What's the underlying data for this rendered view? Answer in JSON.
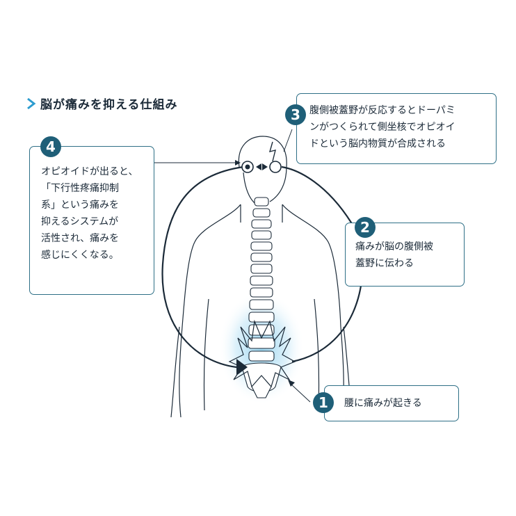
{
  "title": "脳が痛みを抑える仕組み",
  "icons": [
    "chevron-right-icon",
    "lightning-icon"
  ],
  "colors": {
    "accent": "#1f5f78",
    "border": "#2e6f86",
    "glow": "#8fd0ee"
  },
  "callouts": [
    {
      "number": "1",
      "lines": [
        "腰に痛みが起きる"
      ]
    },
    {
      "number": "2",
      "lines": [
        "痛みが脳の腹側被",
        "蓋野に伝わる"
      ]
    },
    {
      "number": "3",
      "lines": [
        "腹側被蓋野が反応するとドーパミ",
        "ンがつくられて側坐核でオピオイ",
        "ドという脳内物質が合成される"
      ]
    },
    {
      "number": "4",
      "lines": [
        "オピオイドが出ると、",
        "「下行性疼痛抑制",
        "系」という痛みを",
        "抑えるシステムが",
        "活性され、痛みを",
        "感じにくくなる。"
      ]
    }
  ]
}
